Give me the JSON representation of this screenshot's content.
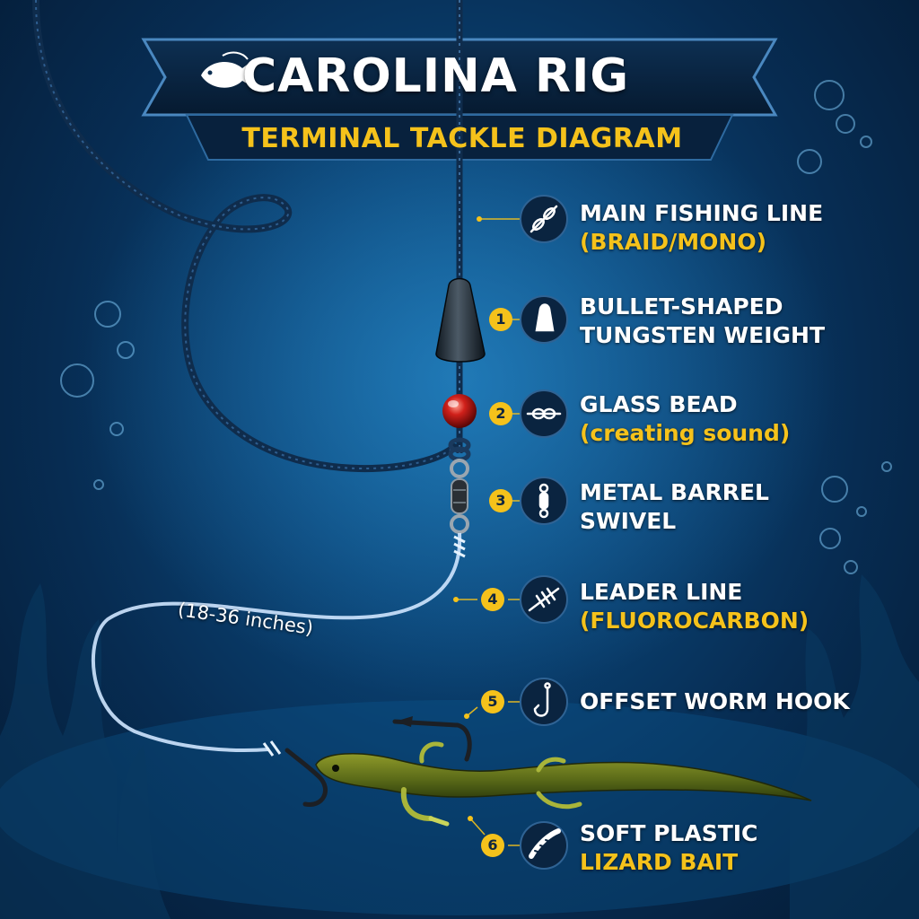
{
  "header": {
    "title": "CAROLINA RIG",
    "subtitle": "TERMINAL TACKLE DIAGRAM",
    "logo_icon": "bass-fish-logo-icon"
  },
  "components": [
    {
      "number": "",
      "line1": "MAIN FISHING LINE",
      "line2": "(BRAID/MONO)",
      "line2_color": "#f5c21b",
      "icon": "line-knot-icon"
    },
    {
      "number": "1",
      "line1": "BULLET-SHAPED",
      "line2": "TUNGSTEN WEIGHT",
      "line2_color": "#ffffff",
      "icon": "bullet-weight-icon"
    },
    {
      "number": "2",
      "line1": "GLASS BEAD",
      "line2": "(creating sound)",
      "line2_color": "#f5c21b",
      "icon": "bead-knot-icon"
    },
    {
      "number": "3",
      "line1": "METAL BARREL",
      "line2": "SWIVEL",
      "line2_color": "#ffffff",
      "icon": "swivel-icon"
    },
    {
      "number": "4",
      "line1": "LEADER LINE",
      "line2": "(FLUOROCARBON)",
      "line2_color": "#f5c21b",
      "icon": "leader-knot-icon"
    },
    {
      "number": "5",
      "line1": "OFFSET WORM HOOK",
      "line2": "",
      "line2_color": "#ffffff",
      "icon": "hook-icon"
    },
    {
      "number": "6",
      "line1": "SOFT PLASTIC",
      "line2": "LIZARD BAIT",
      "line2_color": "#f5c21b",
      "icon": "lizard-bait-icon"
    }
  ],
  "leader_length_note": "(18-36 inches)",
  "colors": {
    "accent": "#f5c21b",
    "background": "#0a3d6b",
    "text": "#ffffff"
  }
}
